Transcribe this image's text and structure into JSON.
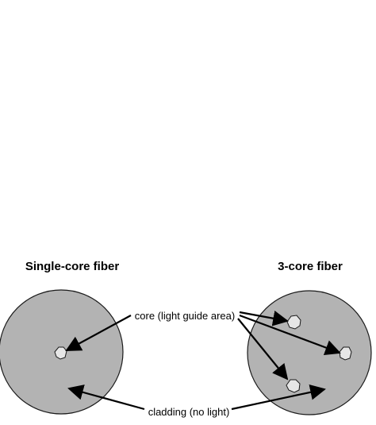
{
  "titles": {
    "single_core": "Single-core fiber",
    "three_core": "3-core fiber"
  },
  "labels": {
    "core": "core (light guide area)",
    "cladding": "cladding (no light)"
  },
  "colors": {
    "cladding_fill": "#b3b3b3",
    "core_fill": "#e6e6e6",
    "stroke": "#1a1a1a",
    "arrow": "#000000"
  }
}
